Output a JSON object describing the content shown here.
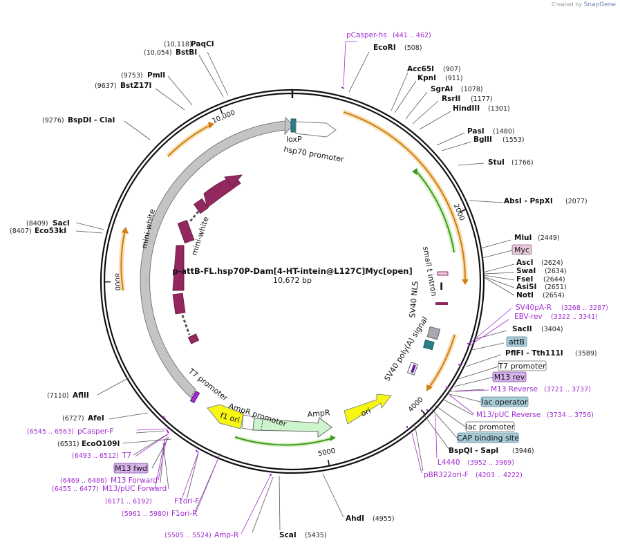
{
  "credit": {
    "prefix": "Created by",
    "brand": "SnapGene"
  },
  "plasmid": {
    "name": "p-attB-FL.hsp70P-Dam[4-HT-intein@L127C]Myc[open]",
    "size_label": "10,672 bp",
    "length": 10672
  },
  "ticks": [
    {
      "pos": 10000,
      "label": "10,000"
    },
    {
      "pos": 2000,
      "label": "2000"
    },
    {
      "pos": 4000,
      "label": "4000"
    },
    {
      "pos": 5000,
      "label": "5000"
    },
    {
      "pos": 8000,
      "label": "8000"
    }
  ],
  "enzymes": [
    {
      "name": "PaqCI",
      "pos": "(10,118)"
    },
    {
      "name": "BstBI",
      "pos": "(10,054)"
    },
    {
      "name": "PmlI",
      "pos": "(9753)"
    },
    {
      "name": "BstZ17I",
      "pos": "(9637)"
    },
    {
      "name": "BspDI - ClaI",
      "pos": "(9276)"
    },
    {
      "name": "SacI",
      "pos": "(8409)"
    },
    {
      "name": "Eco53kI",
      "pos": "(8407)"
    },
    {
      "name": "AflII",
      "pos": "(7110)"
    },
    {
      "name": "AfeI",
      "pos": "(6727)"
    },
    {
      "name": "EcoO109I",
      "pos": "(6531)"
    },
    {
      "name": "EcoRI",
      "pos": "(508)"
    },
    {
      "name": "Acc65I",
      "pos": "(907)"
    },
    {
      "name": "KpnI",
      "pos": "(911)"
    },
    {
      "name": "SgrAI",
      "pos": "(1078)"
    },
    {
      "name": "RsrII",
      "pos": "(1177)"
    },
    {
      "name": "HindIII",
      "pos": "(1301)"
    },
    {
      "name": "PasI",
      "pos": "(1480)"
    },
    {
      "name": "BglII",
      "pos": "(1553)"
    },
    {
      "name": "StuI",
      "pos": "(1766)"
    },
    {
      "name": "AbsI - PspXI",
      "pos": "(2077)"
    },
    {
      "name": "MluI",
      "pos": "(2449)"
    },
    {
      "name": "AscI",
      "pos": "(2624)"
    },
    {
      "name": "SwaI",
      "pos": "(2634)"
    },
    {
      "name": "FseI",
      "pos": "(2644)"
    },
    {
      "name": "AsiSI",
      "pos": "(2651)"
    },
    {
      "name": "NotI",
      "pos": "(2654)"
    },
    {
      "name": "SacII",
      "pos": "(3404)"
    },
    {
      "name": "PflFI - Tth111I",
      "pos": "(3589)"
    },
    {
      "name": "BspQI - SapI",
      "pos": "(3946)"
    },
    {
      "name": "AhdI",
      "pos": "(4955)"
    },
    {
      "name": "ScaI",
      "pos": "(5435)"
    }
  ],
  "primers": [
    {
      "name": "pCasper-hs",
      "pos": "(441 .. 462)"
    },
    {
      "name": "SV40pA-R",
      "pos": "(3268 .. 3287)"
    },
    {
      "name": "EBV-rev",
      "pos": "(3322 .. 3341)"
    },
    {
      "name": "M13 Reverse",
      "pos": "(3721 .. 3737)"
    },
    {
      "name": "M13/pUC Reverse",
      "pos": "(3734 .. 3756)"
    },
    {
      "name": "L4440",
      "pos": "(3952 .. 3969)"
    },
    {
      "name": "pBR322ori-F",
      "pos": "(4203 .. 4222)"
    },
    {
      "name": "pCasper-F",
      "pos": "(6545 .. 6563)"
    },
    {
      "name": "T7",
      "pos": "(6493 .. 6512)"
    },
    {
      "name": "M13 Forward",
      "pos": "(6469 .. 6486)"
    },
    {
      "name": "M13/pUC Forward",
      "pos": "(6455 .. 6477)"
    },
    {
      "name": "F1ori-F",
      "pos": "(6171 .. 6192)"
    },
    {
      "name": "F1ori-R",
      "pos": "(5961 .. 5980)"
    },
    {
      "name": "Amp-R",
      "pos": "(5505 .. 5524)"
    }
  ],
  "boxed": {
    "myc": "Myc",
    "attb": "attB",
    "t7_promoter": "T7 promoter",
    "m13_rev": "M13 rev",
    "lac_operator": "lac operator",
    "lac_promoter": "lac promoter",
    "cap_site": "CAP binding site",
    "m13_fwd": "M13 fwd"
  },
  "features": {
    "loxp": "loxP",
    "hsp70": "hsp70 promoter",
    "small_t_intron": "small t intron",
    "sv40_nls": "SV40 NLS",
    "sv40_polya": "SV40 poly(A) signal",
    "t7_promoter": "T7 promoter",
    "ampr_promoter": "AmpR promoter",
    "ampr": "AmpR",
    "ori": "ori",
    "f1_ori": "f1 ori",
    "mini_white_outer": "mini-white",
    "mini_white_inner": "mini-white"
  }
}
